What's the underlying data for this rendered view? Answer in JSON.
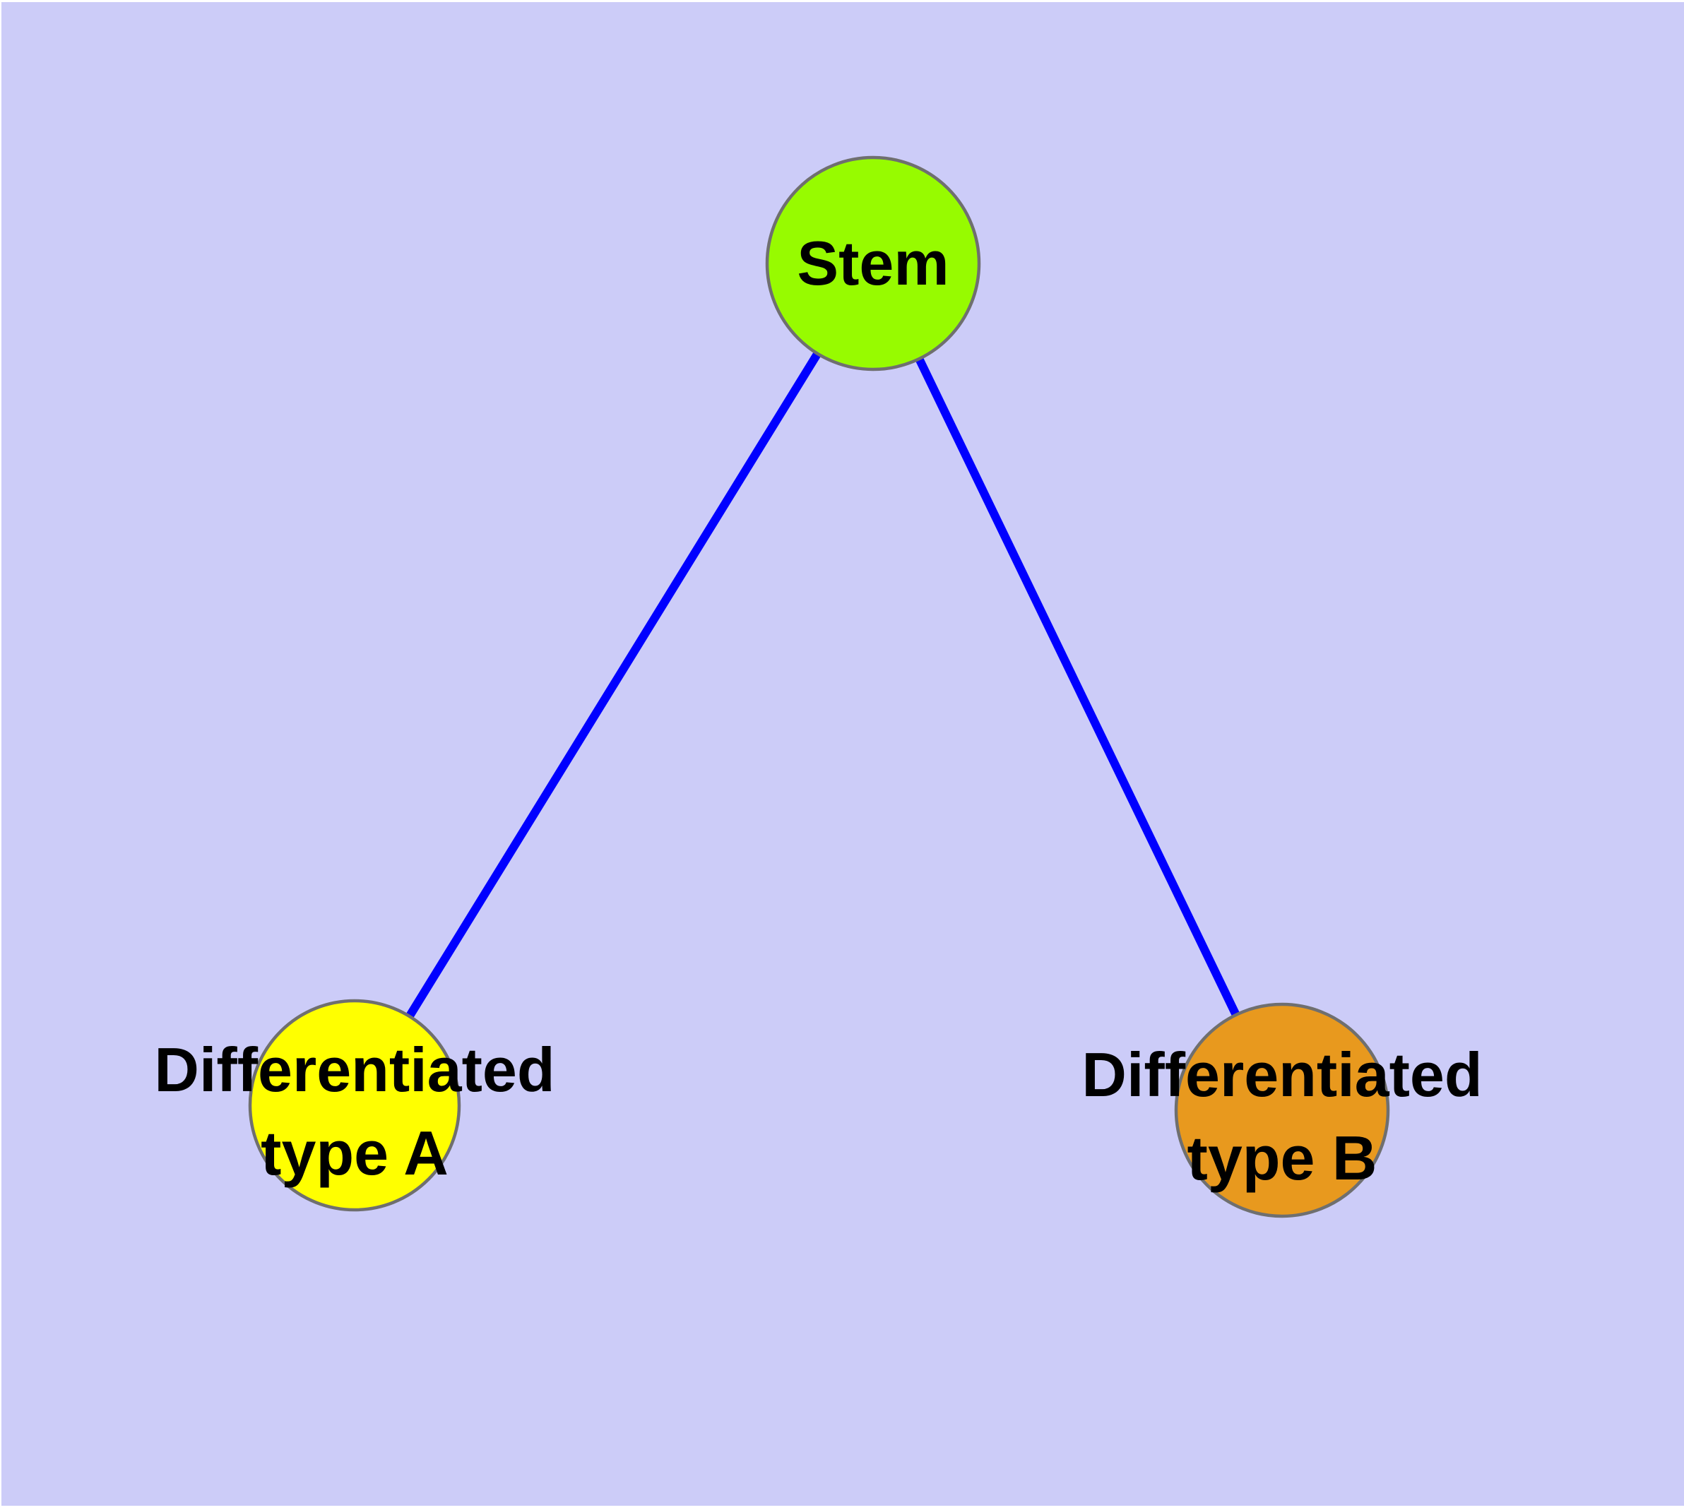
{
  "diagram": {
    "title": "",
    "background_color": "#CCCCF8",
    "page_color": "#FFFFFF",
    "edge_color": "#0000FF",
    "node_border_color": "#6F6F6F",
    "label_color": "#000000",
    "nodes": [
      {
        "id": "stem",
        "label_lines": [
          "Stem"
        ],
        "fill": "#97FB00"
      },
      {
        "id": "differentiated-type-a",
        "label_lines": [
          "Differentiated",
          "type A"
        ],
        "fill": "#FFFF00"
      },
      {
        "id": "differentiated-type-b",
        "label_lines": [
          "Differentiated",
          "type B"
        ],
        "fill": "#E8991E"
      }
    ],
    "edges": [
      {
        "from": "stem",
        "to": "differentiated-type-a"
      },
      {
        "from": "stem",
        "to": "differentiated-type-b"
      }
    ]
  }
}
